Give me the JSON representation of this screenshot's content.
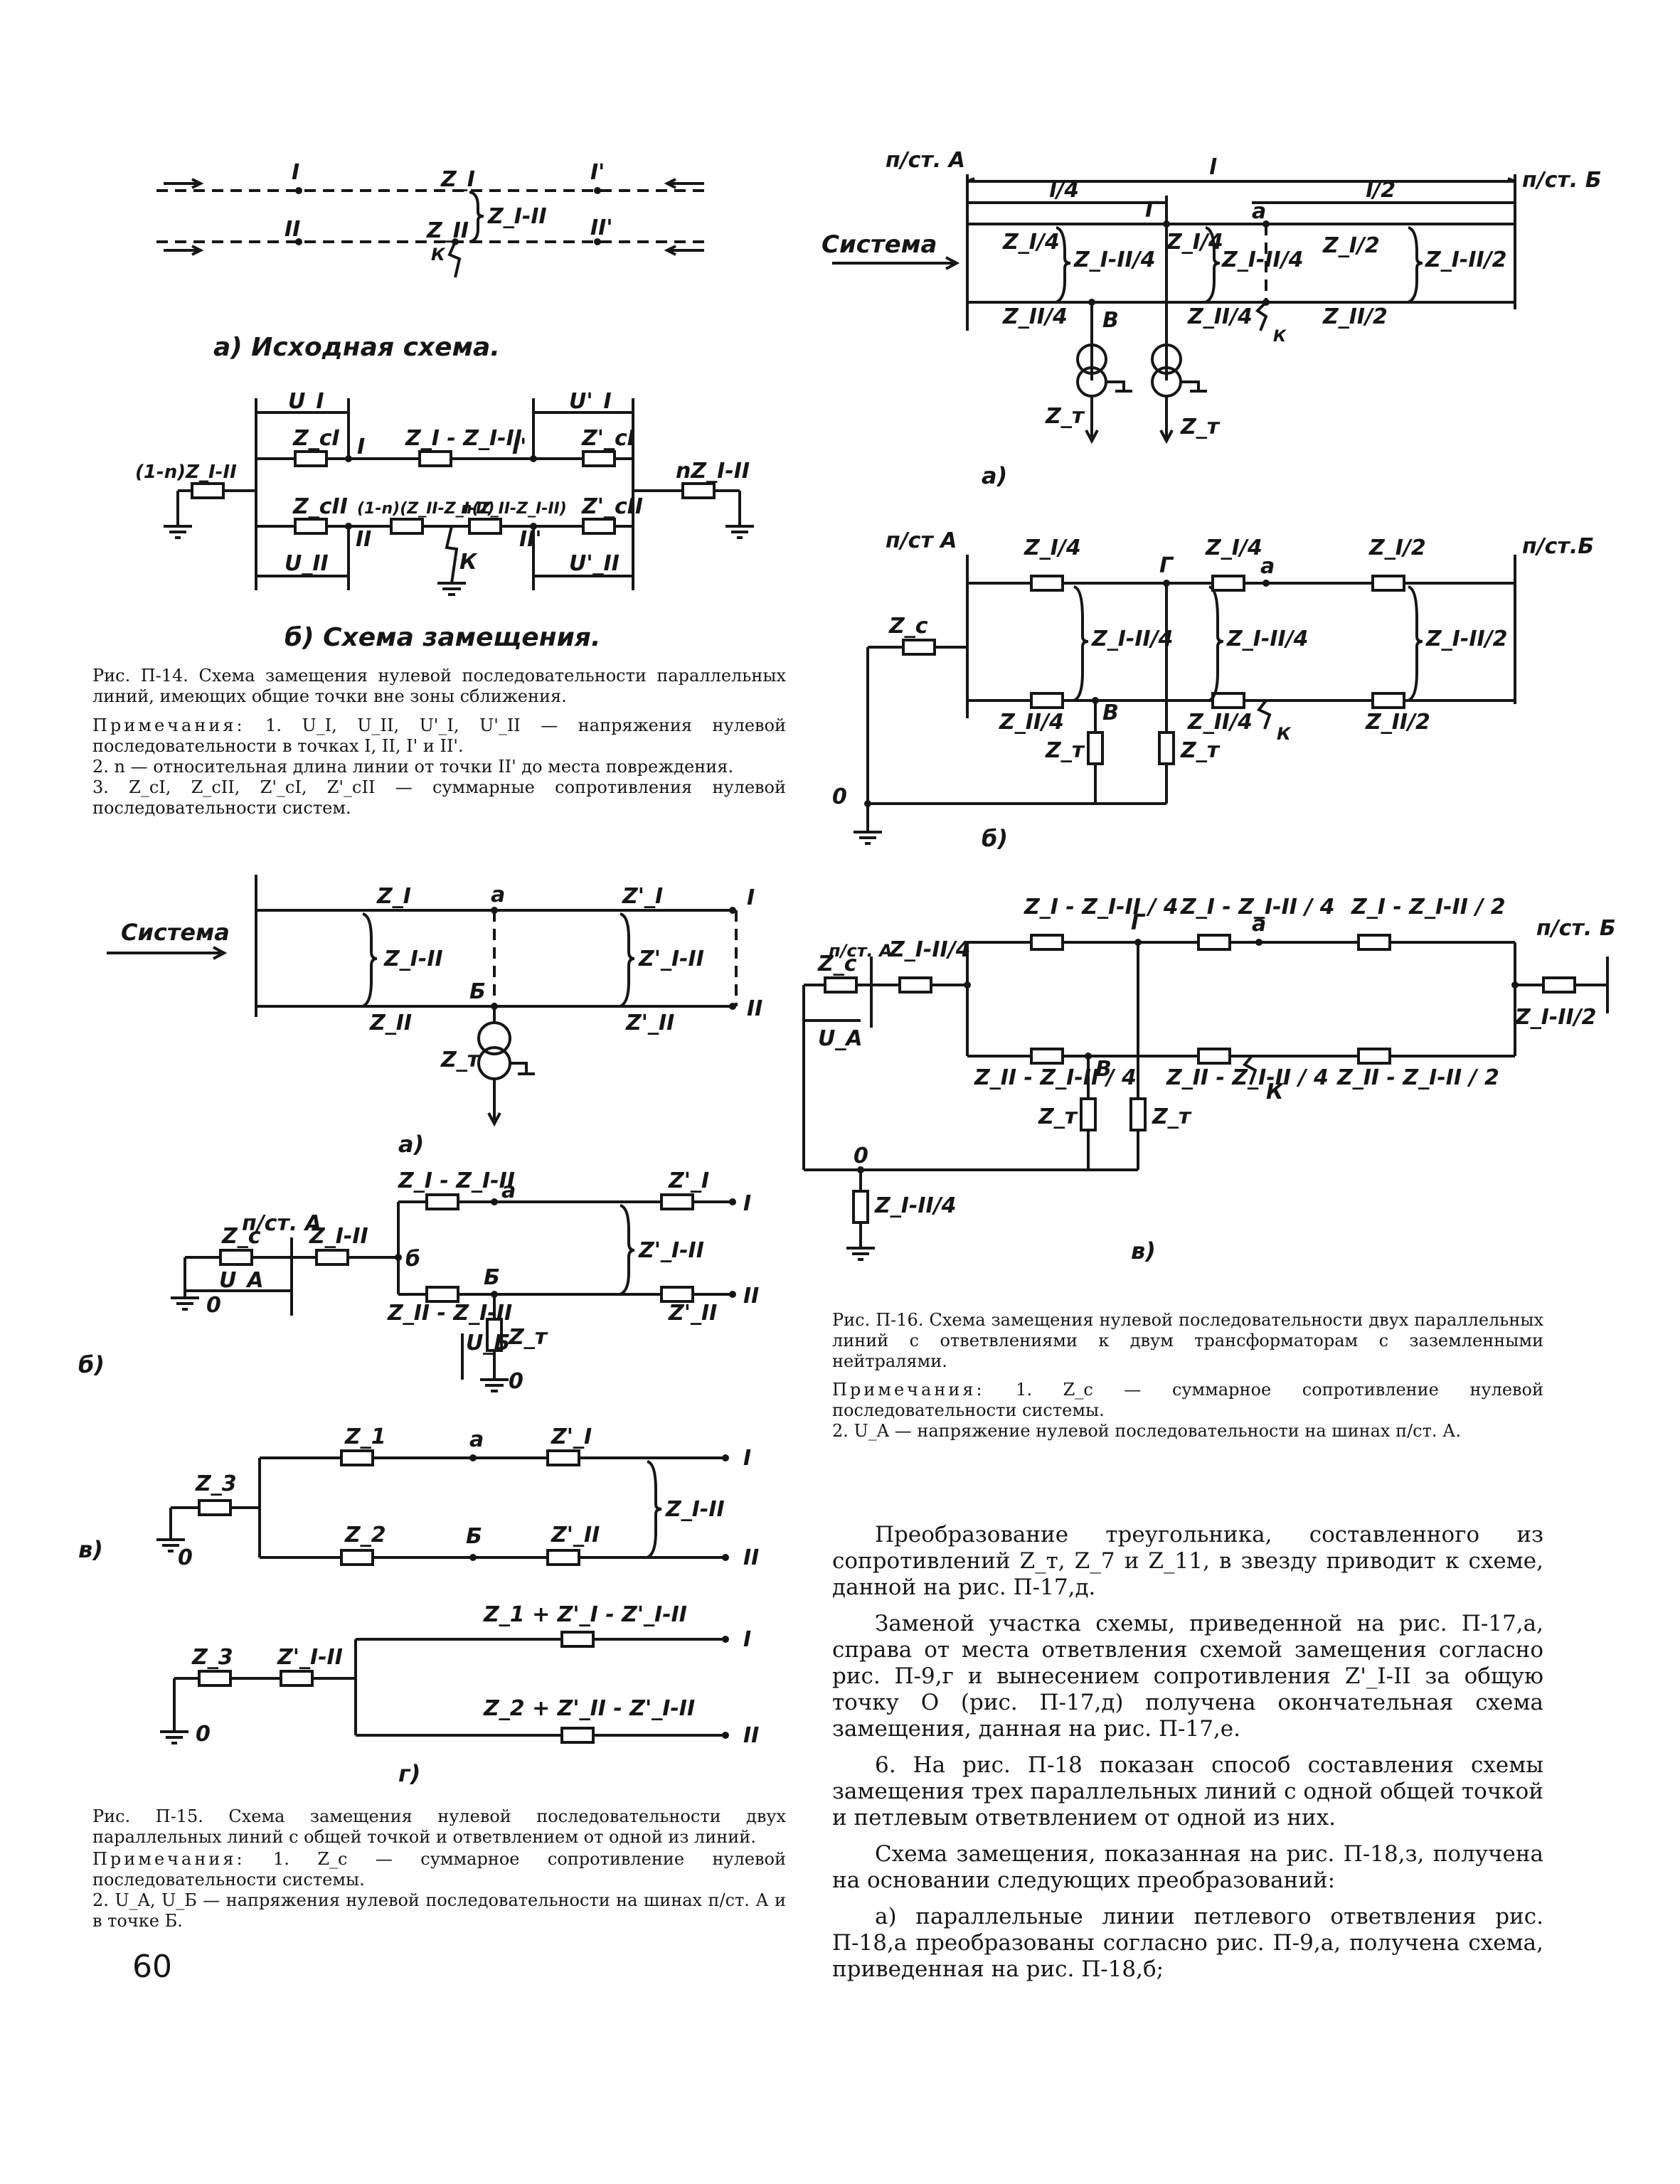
{
  "page_number": "60",
  "fig14": {
    "a_caption": "а) Исходная схема.",
    "b_caption": "б) Схема замещения.",
    "a_labels": [
      "I",
      "Z_I",
      "I'",
      "II",
      "Z_II",
      "Z_I-II",
      "II'",
      "К"
    ],
    "b_labels": [
      "U_I",
      "U'_I",
      "Z_cI",
      "I",
      "Z_I - Z_I-II",
      "I'",
      "Z'_cI",
      "(1-n)Z_I-II",
      "nZ_I-II",
      "Z_cII",
      "(1-n)(Z_II-Z_I-II)",
      "n(Z_II-Z_I-II)",
      "Z'_cII",
      "II",
      "К",
      "II'",
      "U_II",
      "U'_II"
    ],
    "caption": "Рис. П-14. Схема замещения нулевой последовательности параллельных линий, имеющих общие точки вне зоны сближения.",
    "notes_head": "Примечания:",
    "note1": "1. U_I, U_II, U'_I, U'_II — напряжения нулевой последовательности в точках I, II, I' и II'.",
    "note2": "2. n — относительная длина линии от точки II' до места повреждения.",
    "note3": "3. Z_cI, Z_cII, Z'_cI, Z'_cII — суммарные сопротивления нулевой последовательности систем."
  },
  "fig15": {
    "a_tag": "а)",
    "b_tag": "б)",
    "v_tag": "в)",
    "g_tag": "г)",
    "a_labels": [
      "Система",
      "Z_I",
      "a",
      "Z'_I",
      "I",
      "Z_I-II",
      "Z'_I-II",
      "Б",
      "Z_II",
      "Z'_II",
      "II",
      "Z_т"
    ],
    "b_labels": [
      "п/ст. А",
      "Z_c",
      "Z_I-II",
      "б",
      "Z_I - Z_I-II",
      "a",
      "Z'_I",
      "I",
      "Z'_I-II",
      "Б",
      "Z_II - Z_I-II",
      "Z'_II",
      "II",
      "U_A",
      "0",
      "U_Б",
      "Z_т",
      "0"
    ],
    "v_labels": [
      "Z_3",
      "Z_1",
      "a",
      "Z'_I",
      "I",
      "Z_I-II",
      "Z_2",
      "Б",
      "Z'_II",
      "II",
      "0"
    ],
    "g_labels": [
      "Z_3",
      "Z'_I-II",
      "Z_1 + Z'_I - Z'_I-II",
      "I",
      "Z_2 + Z'_II - Z'_I-II",
      "II",
      "0"
    ],
    "caption": "Рис. П-15. Схема замещения нулевой последовательности двух параллельных линий с общей точкой и ответвлением от одной из линий.",
    "notes_head": "Примечания:",
    "note1": "1. Z_c — суммарное сопротивление нулевой последовательности системы.",
    "note2": "2. U_A, U_Б — напряжения нулевой последовательности на шинах п/ст. А и в точке Б."
  },
  "fig16": {
    "a_tag": "а)",
    "b_tag": "б)",
    "v_tag": "в)",
    "a_labels": [
      "п/ст. А",
      "l",
      "п/ст. Б",
      "l/4",
      "l/2",
      "Система",
      "Г",
      "а",
      "Z_I/4",
      "Z_I-II/4",
      "Z_I/4",
      "Z_I-II/4",
      "Z_I/2",
      "Z_I-II/2",
      "Z_II/4",
      "В",
      "Z_II/4",
      "К",
      "Z_II/2",
      "Z_т",
      "Z_т"
    ],
    "b_labels": [
      "п/ст А",
      "п/ст.Б",
      "Z_I/4",
      "Г",
      "Z_I/4",
      "а",
      "Z_I/2",
      "Z_c",
      "Z_I-II/4",
      "Z_I-II/4",
      "Z_I-II/2",
      "Z_II/4",
      "В",
      "Z_II/4",
      "К",
      "Z_II/2",
      "Z_т",
      "Z_т",
      "0"
    ],
    "v_labels": [
      "Z_I - Z_I-II / 4",
      "Г",
      "Z_I - Z_I-II / 4",
      "а",
      "Z_I - Z_I-II / 2",
      "п/ст. А",
      "Z_I-II/4",
      "п/ст. Б",
      "Z_c",
      "U_A",
      "Z_I-II/2",
      "Z_II - Z_I-II / 4",
      "В",
      "Z_II - Z_I-II / 4",
      "К",
      "Z_II - Z_I-II / 2",
      "Z_т",
      "Z_т",
      "0",
      "Z_I-II/4"
    ],
    "caption": "Рис. П-16. Схема замещения нулевой последовательности двух параллельных линий с ответвлениями к двум трансформаторам с заземленными нейтралями.",
    "notes_head": "Примечания:",
    "note1": "1. Z_c — суммарное сопротивление нулевой последовательности системы.",
    "note2": "2. U_A — напряжение нулевой последовательности на шинах п/ст. А."
  },
  "body": {
    "p1": "Преобразование треугольника, составленного из сопротивлений Z_т, Z_7 и Z_11, в звезду приводит к схеме, данной на рис. П-17,д.",
    "p2": "Заменой участка схемы, приведенной на рис. П-17,а, справа от места ответвления схемой замещения согласно рис. П-9,г и вынесением сопротивления Z'_I-II за общую точку О (рис. П-17,д) получена окончательная схема замещения, данная на рис. П-17,е.",
    "p3": "6. На рис. П-18 показан способ составления схемы замещения трех параллельных линий с одной общей точкой и петлевым ответвлением от одной из них.",
    "p4": "Схема замещения, показанная на рис. П-18,з, получена на основании следующих преобразований:",
    "p5": "а) параллельные линии петлевого ответвления рис. П-18,а преобразованы согласно рис. П-9,а, получена схема, приведенная на рис. П-18,б;"
  }
}
